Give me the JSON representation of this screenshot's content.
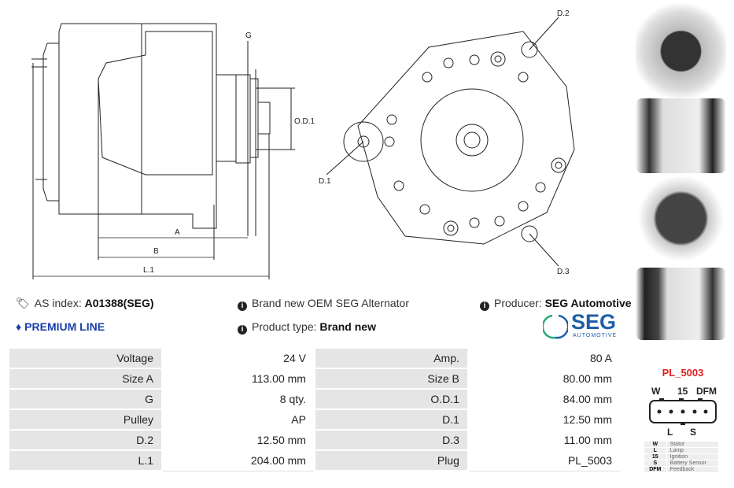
{
  "drawing": {
    "labels": {
      "g": "G",
      "od1": "O.D.1",
      "a": "A",
      "b": "B",
      "l1": "L.1",
      "d1": "D.1",
      "d2": "D.2",
      "d3": "D.3"
    }
  },
  "info": {
    "as_index_label": "AS index:",
    "as_index_value": "A01388(SEG)",
    "premium": "PREMIUM LINE",
    "brand_new": "Brand new OEM SEG Alternator",
    "product_type_label": "Product type:",
    "product_type_value": "Brand new",
    "producer_label": "Producer:",
    "producer_value": "SEG Automotive",
    "logo_main": "SEG",
    "logo_sub": "AUTOMOTIVE"
  },
  "specs": [
    [
      "Voltage",
      "24 V",
      "Amp.",
      "80 A"
    ],
    [
      "Size A",
      "113.00 mm",
      "Size B",
      "80.00 mm"
    ],
    [
      "G",
      "8 qty.",
      "O.D.1",
      "84.00 mm"
    ],
    [
      "Pulley",
      "AP",
      "D.1",
      "12.50 mm"
    ],
    [
      "D.2",
      "12.50 mm",
      "D.3",
      "11.00 mm"
    ],
    [
      "L.1",
      "204.00 mm",
      "Plug",
      "PL_5003"
    ]
  ],
  "plug": {
    "title": "PL_5003",
    "top": [
      "W",
      "15",
      "DFM"
    ],
    "bottom": [
      "L",
      "S"
    ],
    "legend": [
      [
        "W",
        "Stator"
      ],
      [
        "L",
        "Lamp"
      ],
      [
        "15",
        "Ignition"
      ],
      [
        "S",
        "Battery Sensor"
      ],
      [
        "DFM",
        "Feedback"
      ]
    ]
  },
  "colors": {
    "accent": "#1a3fa8",
    "plug_title": "#e02020",
    "seg_blue": "#1f5fa8",
    "seg_green": "#2aa87a"
  }
}
